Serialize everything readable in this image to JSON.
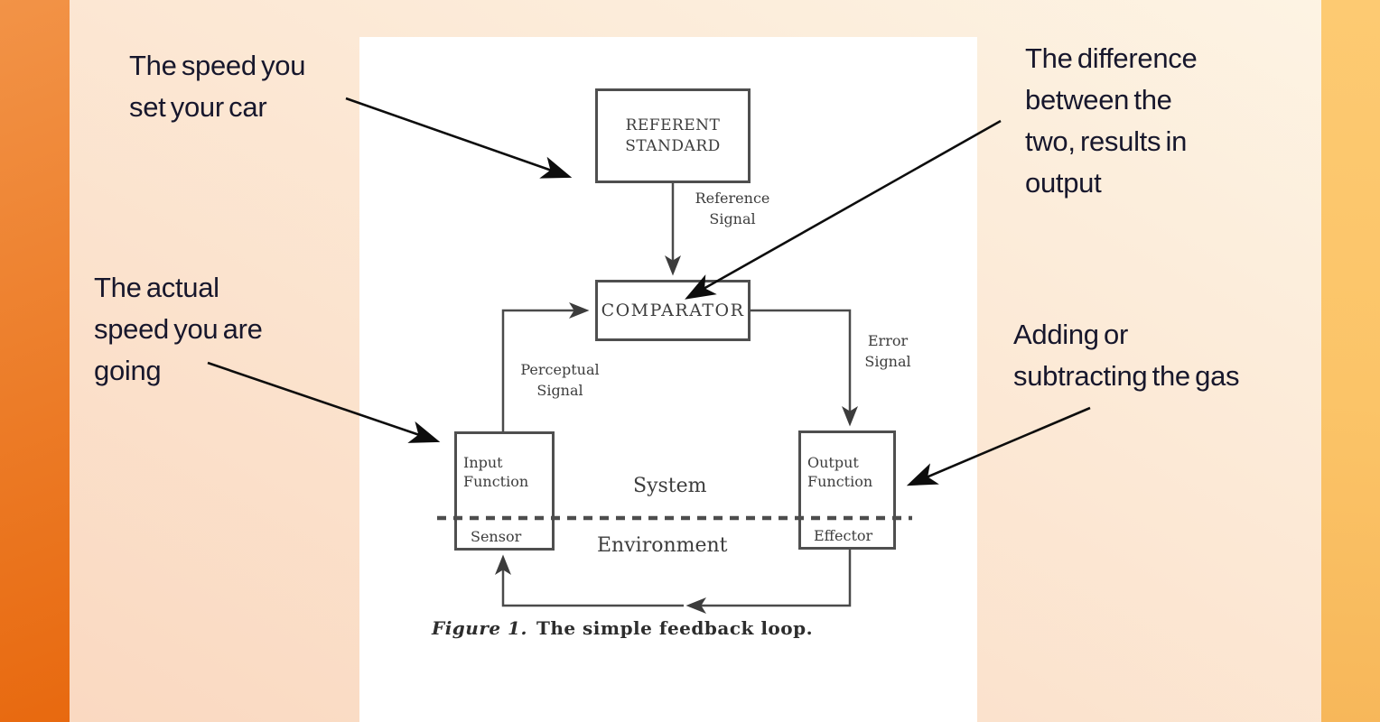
{
  "slide": {
    "type": "presentation-slide",
    "colors": {
      "left_band_top": "#f29347",
      "left_band_bottom": "#e8690f",
      "right_band": "#fbc468",
      "slide_bg_from": "#fad8c0",
      "slide_bg_to": "#fdf4e4",
      "panel_bg": "#ffffff",
      "annotation_text": "#17172c",
      "diagram_ink": "#3d3d3d"
    }
  },
  "annotations": {
    "top_left": {
      "text": "The speed you\nset your car"
    },
    "top_right": {
      "text": "The difference\nbetween the\ntwo, results in\noutput"
    },
    "mid_left": {
      "text": "The actual\nspeed you are\ngoing"
    },
    "mid_right": {
      "text": "Adding or\nsubtracting the gas"
    }
  },
  "diagram": {
    "boxes": {
      "referent": "REFERENT\nSTANDARD",
      "comparator": "COMPARATOR",
      "input_function": "Input\nFunction",
      "sensor": "Sensor",
      "output_function": "Output\nFunction",
      "effector": "Effector"
    },
    "signals": {
      "reference": "Reference\nSignal",
      "perceptual": "Perceptual\nSignal",
      "error": "Error\nSignal"
    },
    "regions": {
      "system": "System",
      "environment": "Environment"
    },
    "caption": {
      "figure_label": "Figure 1.",
      "title": "The simple feedback loop."
    }
  }
}
